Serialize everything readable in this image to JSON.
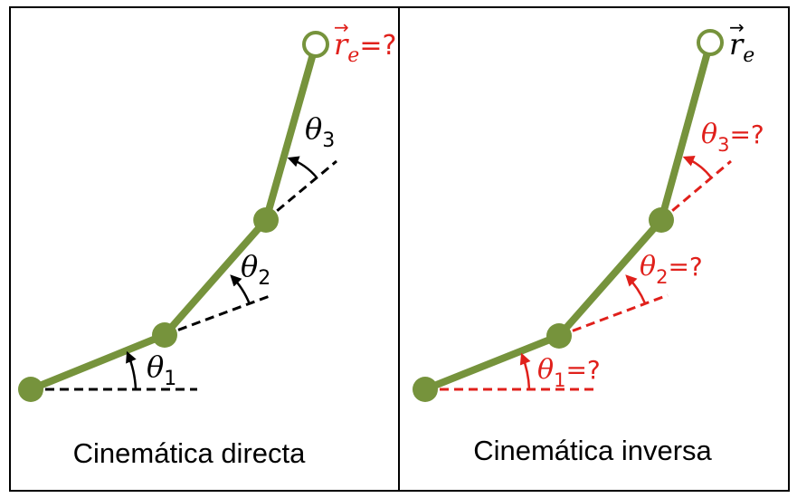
{
  "colors": {
    "link": "#76933c",
    "black": "#000000",
    "red": "#e0201b",
    "frame": "#000000"
  },
  "panels": [
    {
      "caption": "Cinemática directa",
      "labels": {
        "theta1": {
          "var": "θ",
          "sub": "1",
          "suffix": ""
        },
        "theta2": {
          "var": "θ",
          "sub": "2",
          "suffix": ""
        },
        "theta3": {
          "var": "θ",
          "sub": "3",
          "suffix": ""
        },
        "re": {
          "var": "r",
          "sub": "e",
          "suffix": "=?"
        }
      }
    },
    {
      "caption": "Cinemática inversa",
      "labels": {
        "theta1": {
          "var": "θ",
          "sub": "1",
          "suffix": "=?"
        },
        "theta2": {
          "var": "θ",
          "sub": "2",
          "suffix": "=?"
        },
        "theta3": {
          "var": "θ",
          "sub": "3",
          "suffix": "=?"
        },
        "re": {
          "var": "r",
          "sub": "e",
          "suffix": ""
        }
      }
    }
  ],
  "arrow_symbol": "→"
}
